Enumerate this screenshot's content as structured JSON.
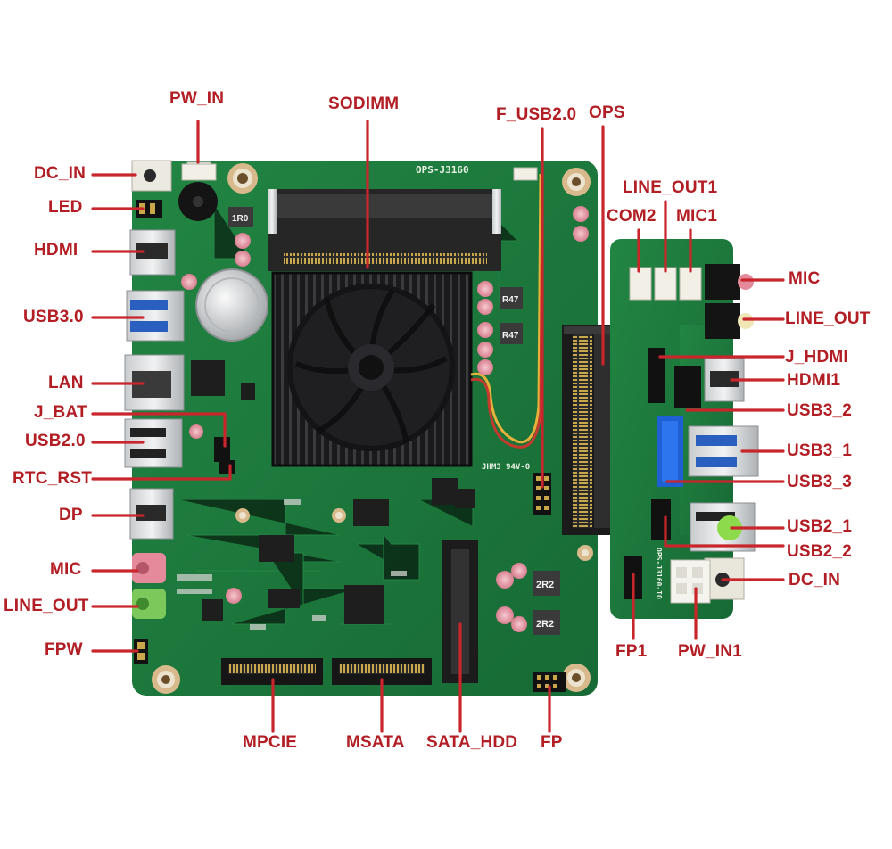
{
  "labels": {
    "pw_in": "PW_IN",
    "sodimm": "SODIMM",
    "f_usb": "F_USB2.0",
    "ops": "OPS",
    "dc_in": "DC_IN",
    "led": "LED",
    "hdmi": "HDMI",
    "usb3": "USB3.0",
    "lan": "LAN",
    "j_bat": "J_BAT",
    "usb2": "USB2.0",
    "rtc_rst": "RTC_RST",
    "dp": "DP",
    "mic": "MIC",
    "line_out": "LINE_OUT",
    "fpw": "FPW",
    "mpcie": "MPCIE",
    "msata": "MSATA",
    "sata_hdd": "SATA_HDD",
    "fp": "FP",
    "line_out1": "LINE_OUT1",
    "com2": "COM2",
    "mic1": "MIC1",
    "mic_r": "MIC",
    "line_out_r": "LINE_OUT",
    "j_hdmi": "J_HDMI",
    "hdmi1": "HDMI1",
    "usb3_2": "USB3_2",
    "usb3_1": "USB3_1",
    "usb3_3": "USB3_3",
    "usb2_1": "USB2_1",
    "usb2_2": "USB2_2",
    "dc_in_r": "DC_IN",
    "fp1": "FP1",
    "pw_in1": "PW_IN1"
  },
  "silkscreen": {
    "board_name": "OPS-J3160",
    "io_board_name": "OPS-J3160-IO",
    "r47_a": "R47",
    "r47_b": "R47",
    "r1r0": "1R0",
    "l2r2_a": "2R2",
    "l2r2_b": "2R2",
    "pcb_mark": "JHM3 94V-0"
  },
  "colors": {
    "pcb": "#1d7a3e",
    "label": "#b21e24",
    "leader": "#c8262c"
  }
}
